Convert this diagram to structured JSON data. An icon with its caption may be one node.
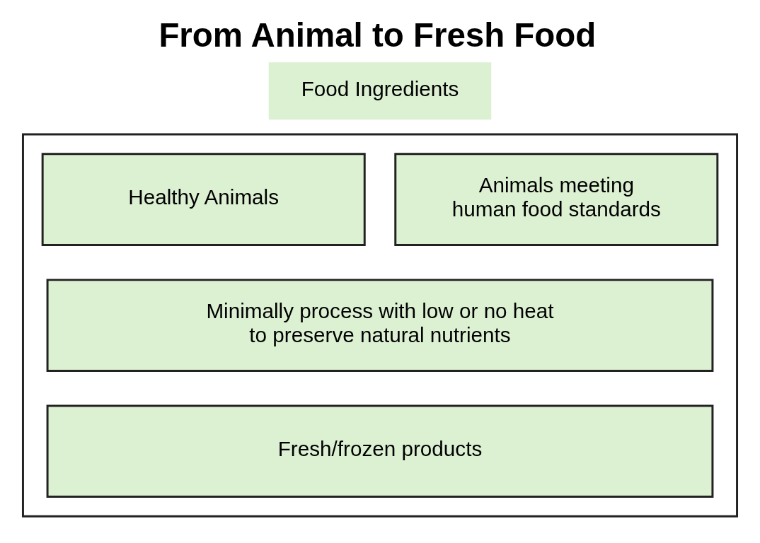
{
  "diagram": {
    "title": "From Animal to Fresh Food",
    "nodes": [
      {
        "text": [
          "Food Ingredients"
        ]
      },
      {
        "text": [],
        "shape": "box"
      },
      {
        "text": [
          "Healthy Animals"
        ],
        "in": 1
      },
      {
        "text": [
          "Animals meeting human food standards"
        ],
        "in": 1
      },
      {
        "text": [
          "Minimally process with low or no heat to preserve natural nutrients"
        ],
        "in": 1
      },
      {
        "text": [
          "Fresh/frozen products"
        ],
        "in": 1
      }
    ],
    "edges": []
  }
}
